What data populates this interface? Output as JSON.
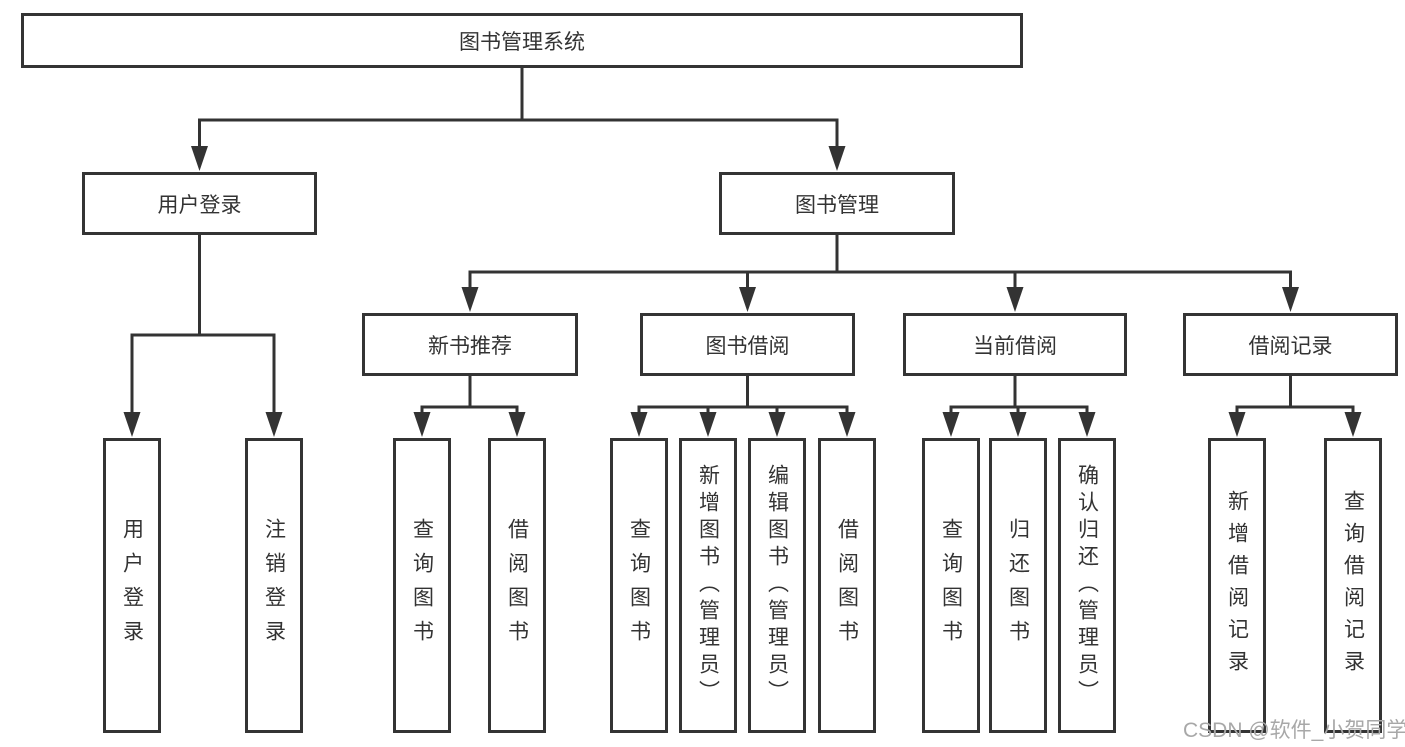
{
  "diagram": {
    "root": {
      "label": "图书管理系统"
    },
    "level1": [
      {
        "id": "user-login",
        "label": "用户登录"
      },
      {
        "id": "book-management",
        "label": "图书管理"
      }
    ],
    "level2": [
      {
        "id": "new-book-recommend",
        "label": "新书推荐",
        "parent": "book-management"
      },
      {
        "id": "book-borrowing",
        "label": "图书借阅",
        "parent": "book-management"
      },
      {
        "id": "current-borrowing",
        "label": "当前借阅",
        "parent": "book-management"
      },
      {
        "id": "borrowing-records",
        "label": "借阅记录",
        "parent": "book-management"
      }
    ],
    "leaves": [
      {
        "id": "leaf-user-login",
        "label": "用户登录",
        "parent": "user-login"
      },
      {
        "id": "leaf-logout",
        "label": "注销登录",
        "parent": "user-login"
      },
      {
        "id": "leaf-query-books-1",
        "label": "查询图书",
        "parent": "new-book-recommend"
      },
      {
        "id": "leaf-borrow-books-1",
        "label": "借阅图书",
        "parent": "new-book-recommend"
      },
      {
        "id": "leaf-query-books-2",
        "label": "查询图书",
        "parent": "book-borrowing"
      },
      {
        "id": "leaf-add-books",
        "label": "新增图书（管理员）",
        "parent": "book-borrowing"
      },
      {
        "id": "leaf-edit-books",
        "label": "编辑图书（管理员）",
        "parent": "book-borrowing"
      },
      {
        "id": "leaf-borrow-books-2",
        "label": "借阅图书",
        "parent": "book-borrowing"
      },
      {
        "id": "leaf-query-books-3",
        "label": "查询图书",
        "parent": "current-borrowing"
      },
      {
        "id": "leaf-return-books",
        "label": "归还图书",
        "parent": "current-borrowing"
      },
      {
        "id": "leaf-confirm-return",
        "label": "确认归还（管理员）",
        "parent": "current-borrowing"
      },
      {
        "id": "leaf-add-borrow-record",
        "label": "新增借阅记录",
        "parent": "borrowing-records"
      },
      {
        "id": "leaf-query-borrow-record",
        "label": "查询借阅记录",
        "parent": "borrowing-records"
      }
    ],
    "watermark": "CSDN @软件_小贺同学",
    "colors": {
      "line": "#333333",
      "text": "#333333",
      "box_background": "#ffffff",
      "watermark": "#a8a8a8"
    }
  }
}
